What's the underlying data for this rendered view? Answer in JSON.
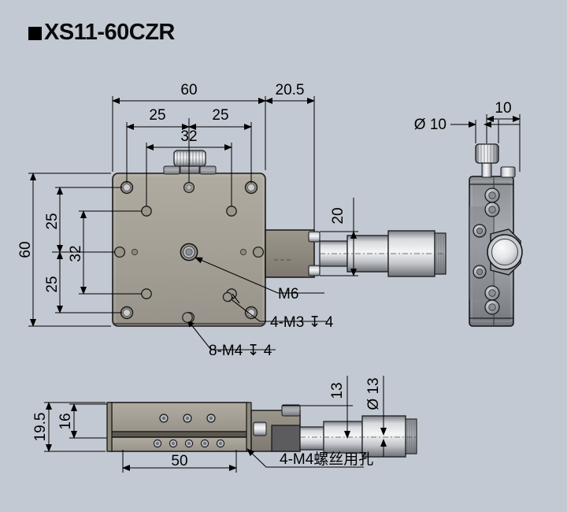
{
  "title": {
    "marker": "square-bullet",
    "text": "XS11-60CZR"
  },
  "colors": {
    "background": "#c3c9d2",
    "plate": "#a5a096",
    "plate_dark": "#8d887e",
    "metal_light": "#e8e8e8",
    "metal_mid": "#b9bcc2",
    "metal_dark": "#6e7278",
    "line": "#000000"
  },
  "views": {
    "top_view": {
      "name": "top-view",
      "dimensions": {
        "overall_width": "60",
        "offset_right": "20.5",
        "width_left_half": "25",
        "width_right_half": "25",
        "hole_span_horizontal": "32",
        "overall_height": "60",
        "height_upper_half": "25",
        "height_lower_half": "25",
        "hole_span_vertical": "32",
        "micrometer_height": "20"
      },
      "callouts": [
        {
          "name": "center-thread-callout",
          "text": "M6"
        },
        {
          "name": "m3-holes-callout",
          "text": "4-M3 ↧ 4"
        },
        {
          "name": "m4-holes-callout",
          "text": "8-M4 ↧ 4"
        }
      ]
    },
    "side_view": {
      "name": "side-view",
      "dimensions": {
        "knob_diameter": "Ø 10",
        "knob_offset": "10"
      }
    },
    "front_view": {
      "name": "front-view",
      "dimensions": {
        "total_height": "19.5",
        "body_height": "16",
        "hole_spacing": "50",
        "micrometer_axis_height": "13",
        "micrometer_diameter": "Ø 13"
      },
      "callouts": [
        {
          "name": "m4-screw-holes-callout",
          "text": "4-M4螺丝用孔"
        }
      ]
    }
  }
}
